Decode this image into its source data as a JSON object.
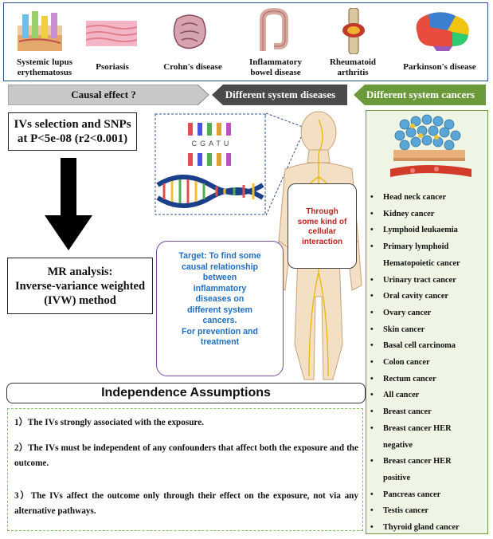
{
  "diseases": [
    {
      "label": "Systemic lupus erythematosus",
      "lines": [
        "Systemic lupus",
        "erythematosus"
      ],
      "icon": "lupus-icon"
    },
    {
      "label": "Psoriasis",
      "lines": [
        "Psoriasis"
      ],
      "icon": "skin-icon"
    },
    {
      "label": "Crohn's disease",
      "lines": [
        "Crohn's disease"
      ],
      "icon": "intestine-icon"
    },
    {
      "label": "Inflammatory bowel disease",
      "lines": [
        "Inflammatory",
        "bowel disease"
      ],
      "icon": "colon-icon"
    },
    {
      "label": "Rheumatoid arthritis",
      "lines": [
        "Rheumatoid",
        "arthritis"
      ],
      "icon": "joint-icon"
    },
    {
      "label": "Parkinson's disease",
      "lines": [
        "Parkinson's disease"
      ],
      "icon": "brain-icon"
    }
  ],
  "banners": {
    "causal": "Causal effect ?",
    "diseases": "Different system diseases",
    "cancers": "Different system cancers"
  },
  "ivs": {
    "line1": "IVs selection and SNPs",
    "line2": "at P<5e-08 (r2<0.001)"
  },
  "mr": {
    "line1": "MR analysis:",
    "line2": "Inverse-variance weighted",
    "line3": "(IVW) method"
  },
  "target": {
    "lines": [
      "Target: To find some",
      "causal relationship",
      "between",
      "inflammatory",
      "diseases on",
      "different system",
      "cancers.",
      "For prevention and",
      "treatment"
    ]
  },
  "interaction": {
    "lines": [
      "Through",
      "some kind of",
      "cellular",
      "interaction"
    ]
  },
  "dna_letters": [
    "C",
    "G",
    "A",
    "T",
    "U"
  ],
  "assumptions": {
    "title": "Independence Assumptions",
    "items": [
      "1）The IVs strongly associated with the exposure.",
      "2）The IVs must be independent of any confounders that affect both the exposure and the outcome.",
      "3）The IVs affect the outcome only through their effect on the exposure, not via any alternative pathways."
    ]
  },
  "cancers": [
    {
      "text": "Head neck cancer"
    },
    {
      "text": "Kidney cancer"
    },
    {
      "text": "Lymphoid leukaemia"
    },
    {
      "text": "Primary lymphoid",
      "cont": "Hematopoietic cancer"
    },
    {
      "text": "Urinary tract cancer"
    },
    {
      "text": "Oral cavity cancer"
    },
    {
      "text": "Ovary cancer"
    },
    {
      "text": "Skin cancer"
    },
    {
      "text": "Basal cell carcinoma"
    },
    {
      "text": "Colon cancer"
    },
    {
      "text": "Rectum cancer"
    },
    {
      "text": "All cancer"
    },
    {
      "text": "Breast cancer"
    },
    {
      "text": "Breast cancer HER",
      "cont": "negative"
    },
    {
      "text": "Breast cancer HER",
      "cont": "positive"
    },
    {
      "text": "Pancreas cancer"
    },
    {
      "text": "Testis cancer"
    },
    {
      "text": "Thyroid gland cancer"
    }
  ],
  "colors": {
    "panel_border": "#2f4f8f",
    "causal_banner": "#c8c8c8",
    "diseases_banner": "#4a4a4a",
    "cancers_banner": "#6a9a3a",
    "target_text": "#1f6fc0",
    "interaction_text": "#c0201c"
  }
}
